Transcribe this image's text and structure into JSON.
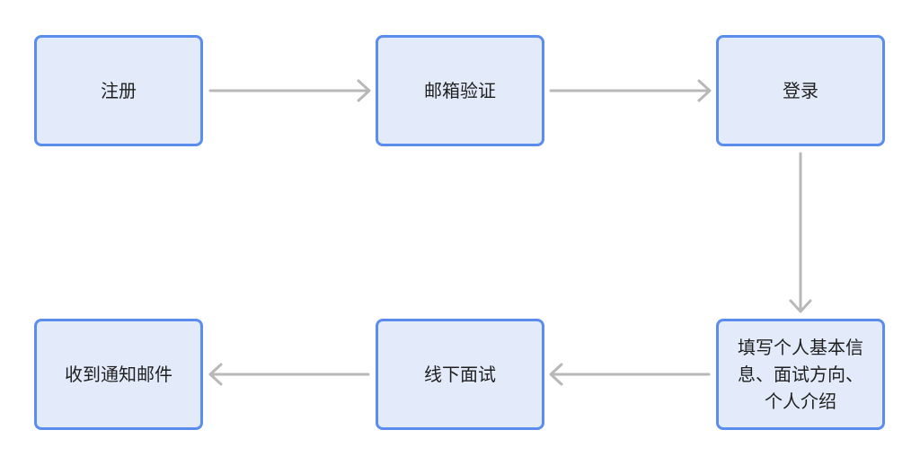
{
  "nodes": {
    "register": "注册",
    "email_verify": "邮箱验证",
    "login": "登录",
    "fill_info": "填写个人基本信息、面试方向、个人介绍",
    "offline_interview": "线下面试",
    "receive_notice": "收到通知邮件"
  },
  "colors": {
    "node_fill": "#e3ebfb",
    "node_border": "#5b8def",
    "arrow": "#b8b8b8",
    "text": "#1f1f1f"
  }
}
